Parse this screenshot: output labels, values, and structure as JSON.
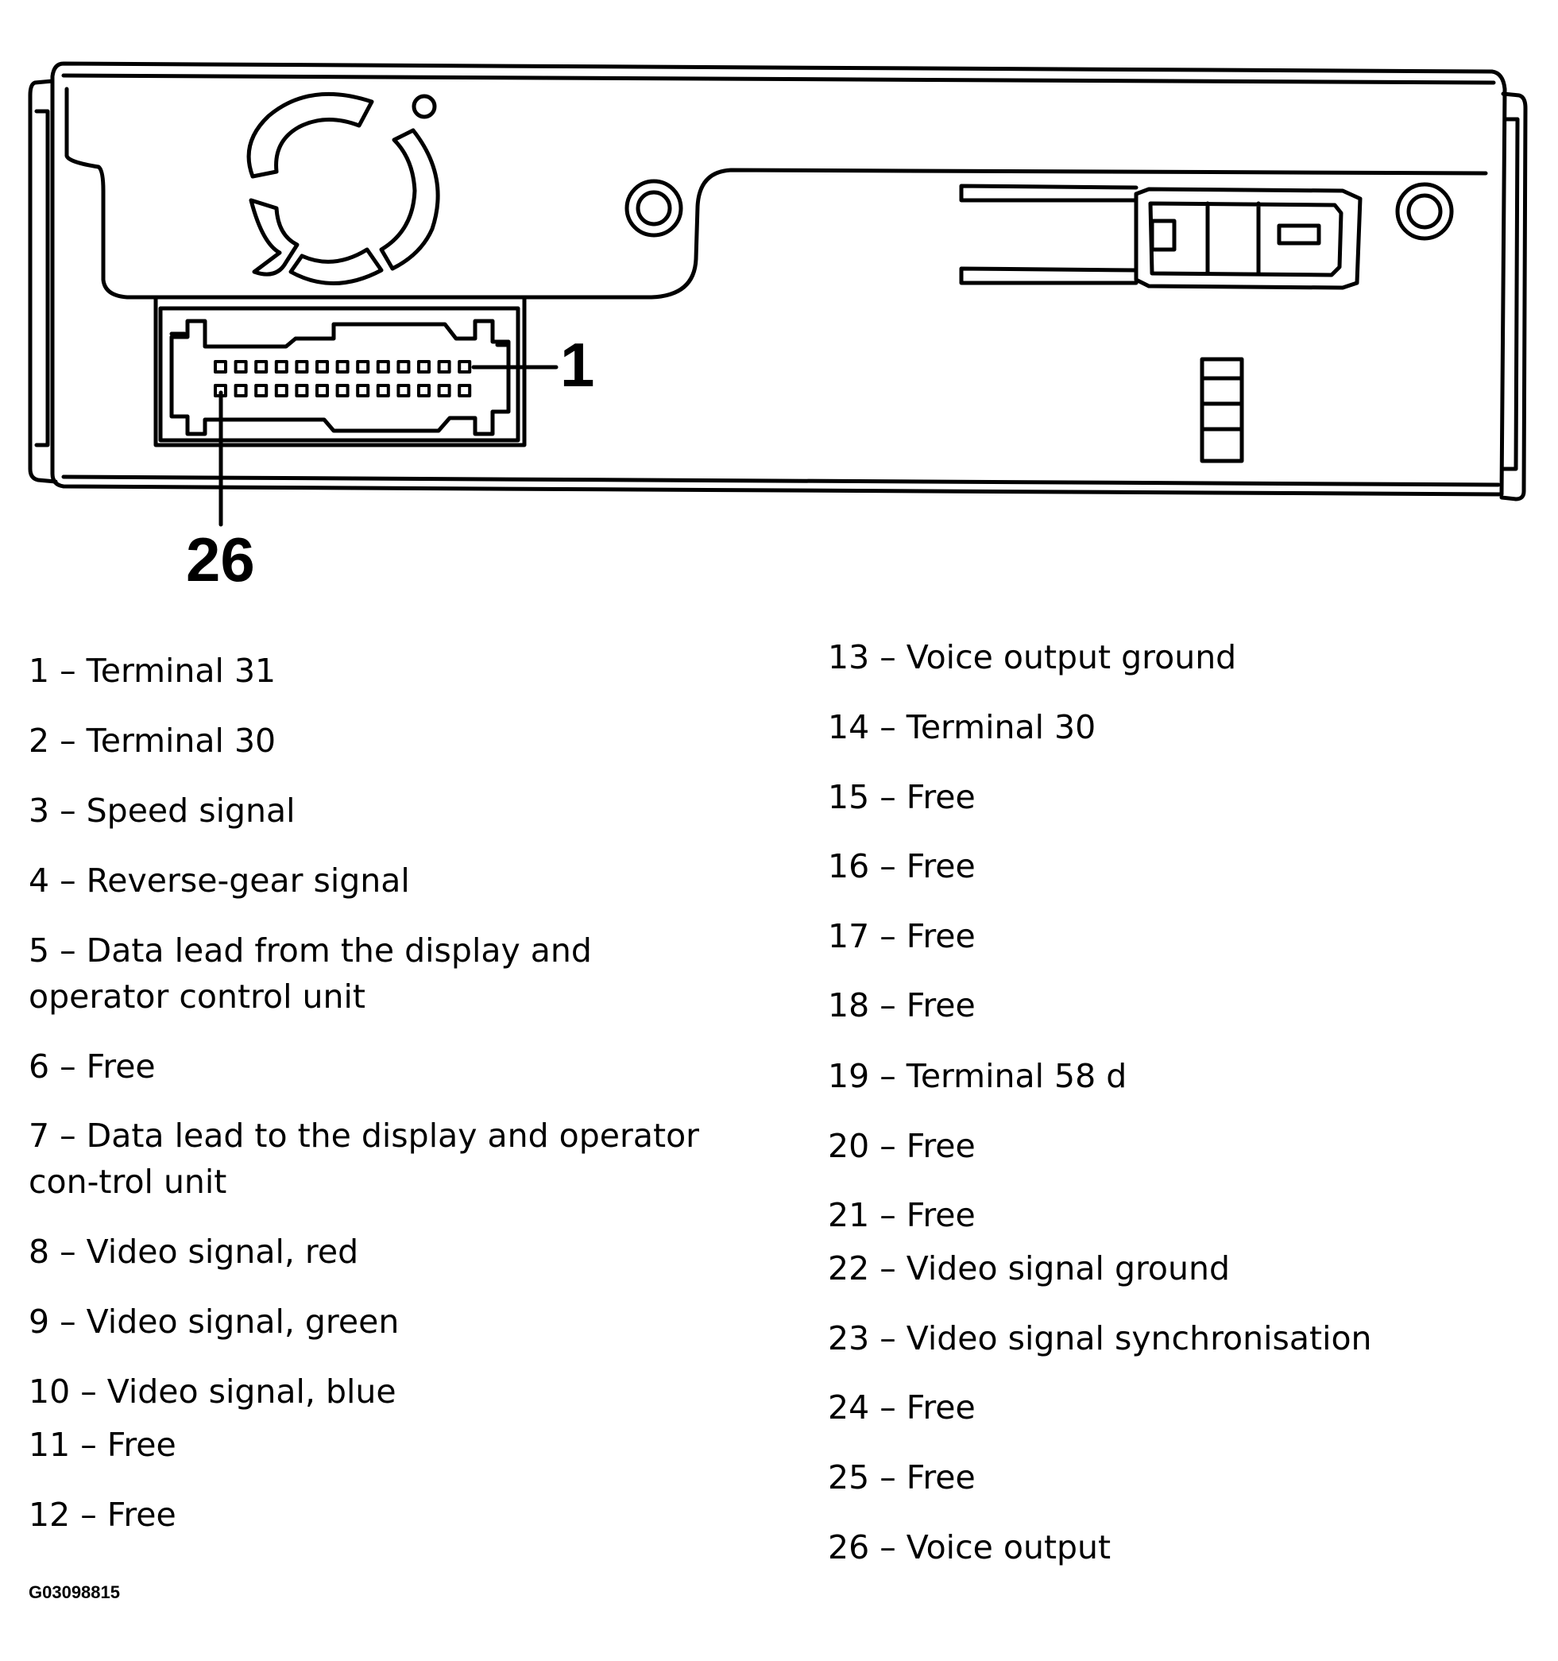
{
  "callouts": {
    "pin_first": "1",
    "pin_last": "26"
  },
  "pins_left": [
    "  1 – Terminal 31",
    "  2 – Terminal 30",
    "  3 – Speed signal",
    "  4 – Reverse-gear signal",
    "  5 – Data lead from the display and operator control unit",
    "  6 – Free",
    "  7 – Data lead to the display and operator con-trol unit",
    "  8 – Video signal, red",
    "  9 – Video signal, green",
    "10 – Video signal, blue",
    "11 – Free",
    "12 – Free"
  ],
  "pins_right": [
    "13 – Voice output ground",
    "14 – Terminal 30",
    "15 – Free",
    "16 – Free",
    "17 – Free",
    "18 – Free",
    "19 – Terminal 58 d",
    "20 – Free",
    "21 – Free",
    "22 – Video signal ground",
    "23 – Video signal synchronisation",
    "24 – Free",
    "25 – Free",
    "26 – Voice output"
  ],
  "figure_code": "G03098815"
}
